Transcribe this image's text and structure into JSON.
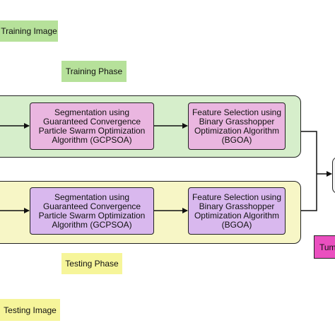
{
  "labels": {
    "training_image": "Training Image",
    "training_phase": "Training Phase",
    "testing_phase": "Testing Phase",
    "testing_image": "Testing Image",
    "tumour_partial": "Tum"
  },
  "training_row": {
    "segmentation": "Segmentation using Guaranteed Convergence Particle Swarm Optimization Algorithm (GCPSOA)",
    "feature_selection": "Feature Selection using Binary Grasshopper Optimization Algorithm (BGOA)"
  },
  "testing_row": {
    "segmentation": "Segmentation using Guaranteed Convergence Particle Swarm Optimization Algorithm (GCPSOA)",
    "feature_selection": "Feature Selection using Binary Grasshopper Optimization Algorithm (BGOA)"
  },
  "colors": {
    "training_panel": "#d6eecb",
    "testing_panel": "#f7f6c6",
    "training_step": "#eab6e0",
    "testing_step": "#d9b8ee",
    "tumour": "#ea4fbf"
  }
}
